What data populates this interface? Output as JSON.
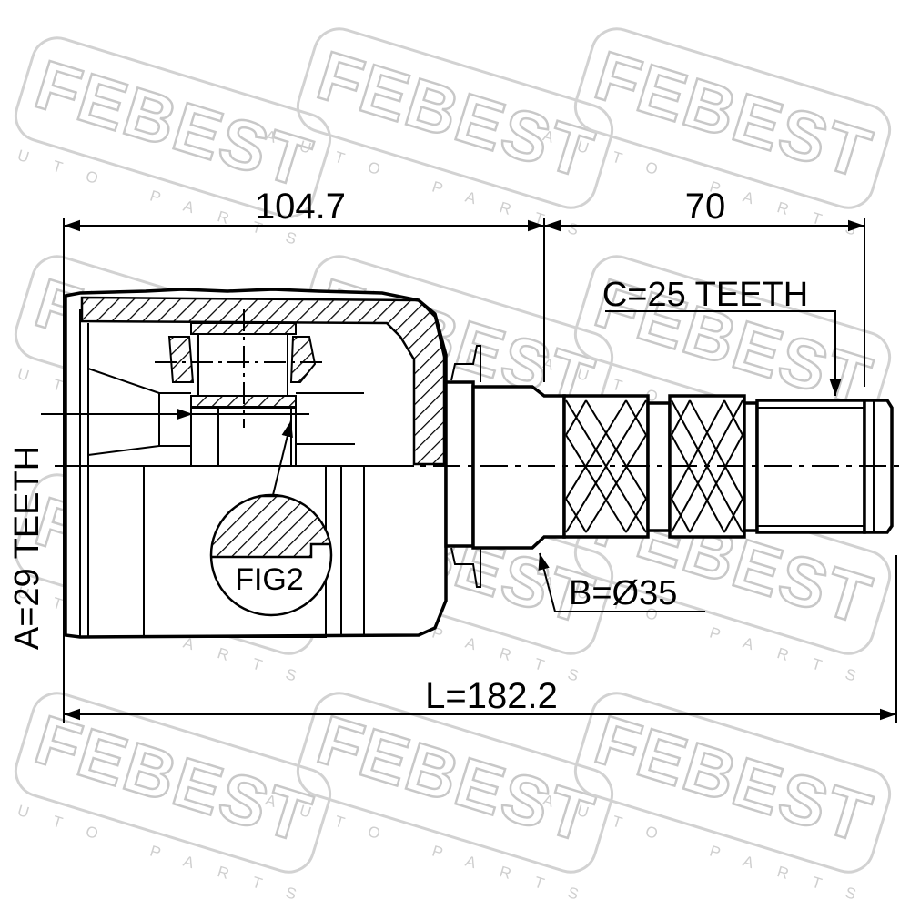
{
  "watermark": {
    "brand": "FEBEST",
    "sub": "AUTO PARTS"
  },
  "dimensions": {
    "inner_length": "104.7",
    "shaft_length": "70",
    "total_length": "L=182.2"
  },
  "labels": {
    "spline_a": "A=29 TEETH",
    "spline_c": "C=25 TEETH",
    "diameter_b": "B=Ø35",
    "fig": "FIG2"
  }
}
